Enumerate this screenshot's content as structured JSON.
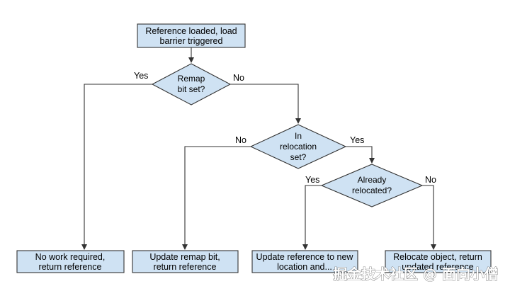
{
  "colors": {
    "node_fill": "#cfe2f3",
    "node_stroke": "#333333",
    "edge": "#333333",
    "background": "#ffffff"
  },
  "nodes": {
    "start": {
      "line1": "Reference loaded, load",
      "line2": "barrier triggered"
    },
    "remap_decision": {
      "line1": "Remap",
      "line2": "bit set?"
    },
    "relocation_decision": {
      "line1": "In",
      "line2": "relocation",
      "line3": "set?"
    },
    "relocated_decision": {
      "line1": "Already",
      "line2": "relocated?"
    },
    "no_work": {
      "line1": "No work required,",
      "line2": "return reference"
    },
    "update_remap": {
      "line1": "Update remap bit,",
      "line2": "return reference"
    },
    "update_reference": {
      "line1": "Update reference to new",
      "line2": "location and..."
    },
    "relocate_object": {
      "line1": "Relocate object, return",
      "line2": "updated reference"
    }
  },
  "edges": {
    "remap_yes": "Yes",
    "remap_no": "No",
    "relocation_no": "No",
    "relocation_yes": "Yes",
    "relocated_yes": "Yes",
    "relocated_no": "No"
  },
  "watermark": {
    "text": "掘金技术社区 @ 面向小僧"
  }
}
